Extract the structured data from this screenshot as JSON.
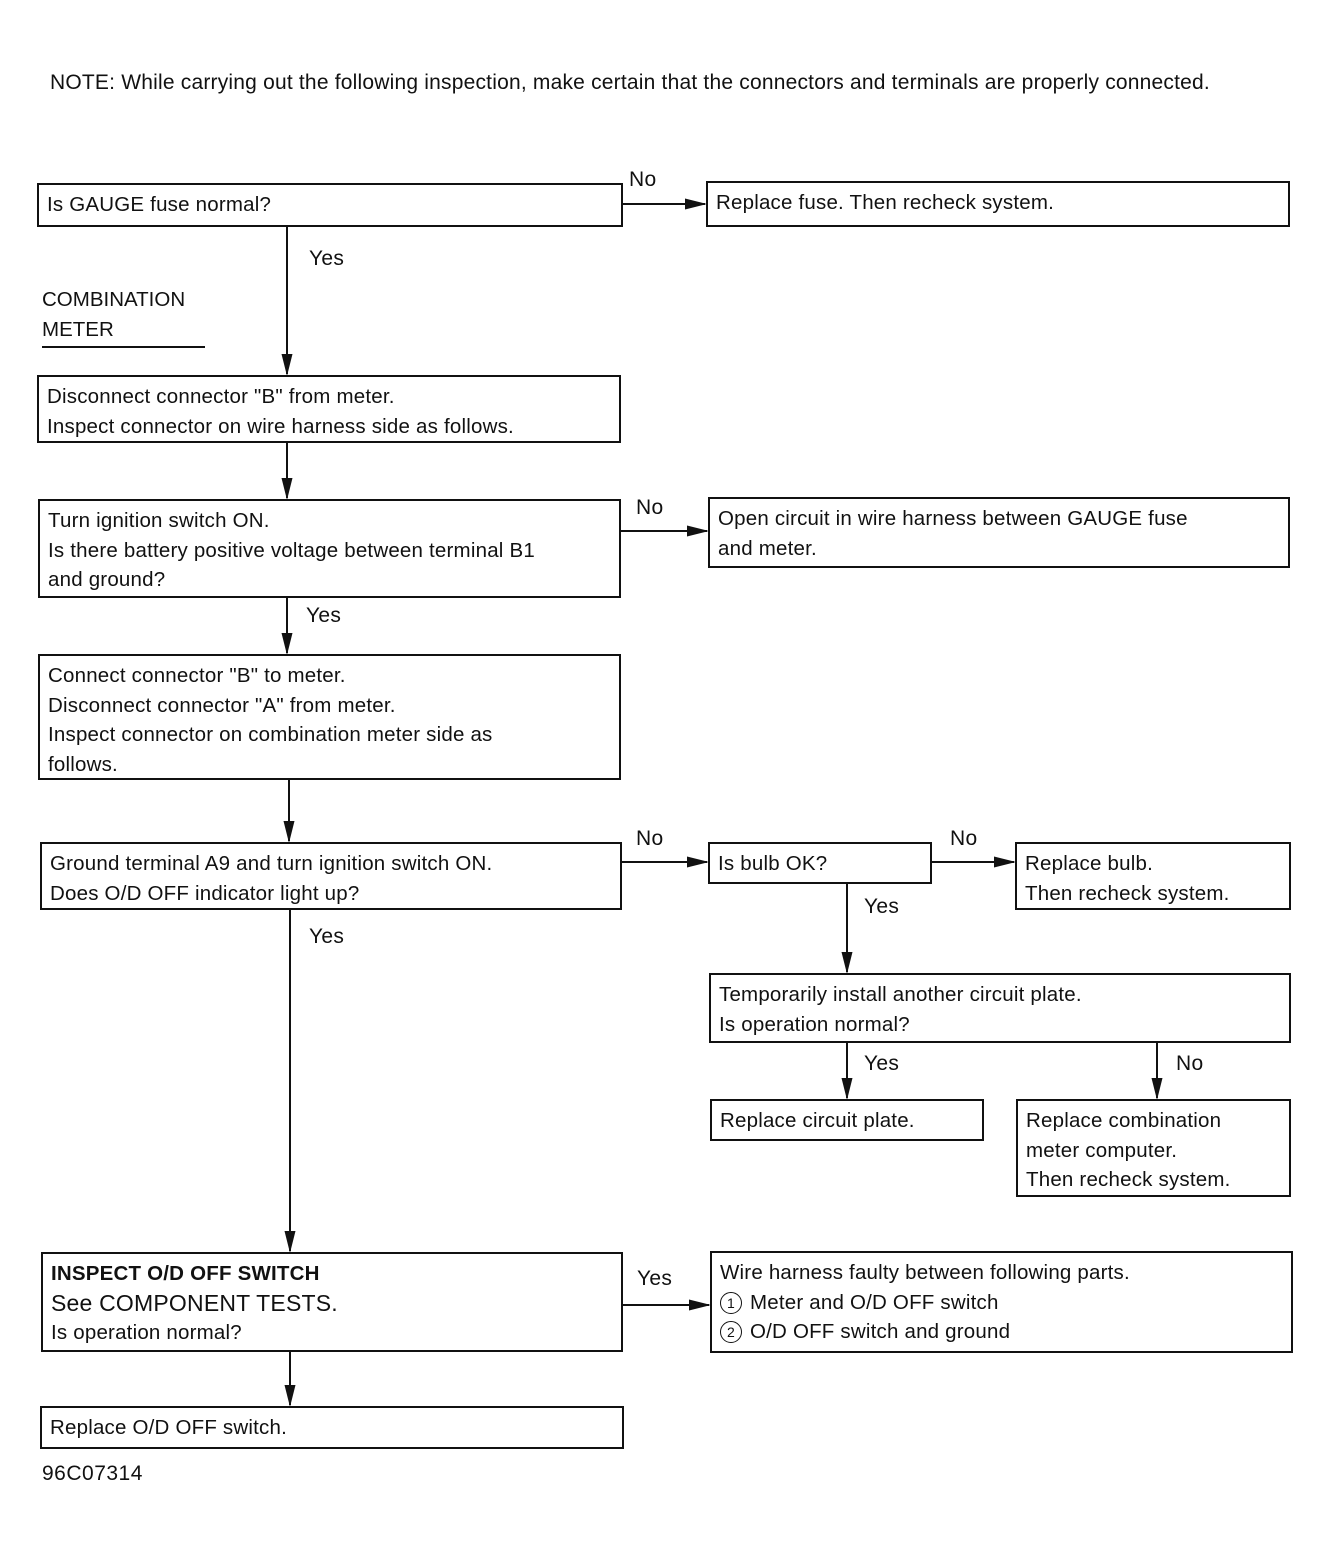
{
  "note": "NOTE:  While carrying out the following inspection, make certain that the connectors and terminals are properly connected.",
  "section_label": [
    "COMBINATION",
    "METER"
  ],
  "labels": {
    "yes": "Yes",
    "no": "No"
  },
  "boxes": {
    "gauge_fuse_q": [
      "Is GAUGE fuse normal?"
    ],
    "replace_fuse": [
      "Replace fuse. Then recheck system."
    ],
    "disconnect_b": [
      "Disconnect connector \"B\" from meter.",
      "Inspect connector on wire harness side as follows."
    ],
    "ignition_q": [
      "Turn ignition switch ON.",
      "Is there battery positive voltage between terminal B1",
      "and ground?"
    ],
    "open_circuit": [
      "Open circuit in wire harness between GAUGE fuse",
      "and meter."
    ],
    "connect_b": [
      "Connect connector \"B\" to meter.",
      "Disconnect connector \"A\" from meter.",
      "Inspect connector on combination meter side as",
      "follows."
    ],
    "ground_a9_q": [
      "Ground terminal A9 and turn ignition switch ON.",
      "Does O/D OFF indicator light up?"
    ],
    "bulb_q": [
      "Is bulb OK?"
    ],
    "replace_bulb": [
      "Replace bulb.",
      "Then recheck system."
    ],
    "circuit_plate_q": [
      "Temporarily install another circuit plate.",
      "Is operation normal?"
    ],
    "replace_circuit_plate": [
      "Replace circuit plate."
    ],
    "replace_computer": [
      "Replace combination",
      "meter computer.",
      "Then recheck system."
    ],
    "inspect_switch": [
      "INSPECT O/D OFF SWITCH",
      "See COMPONENT TESTS.",
      "Is operation normal?"
    ],
    "wire_faulty": [
      "Wire harness faulty between following parts.",
      "Meter and O/D OFF switch",
      "O/D OFF switch and ground"
    ],
    "replace_switch": [
      "Replace O/D OFF switch."
    ]
  },
  "list_markers": [
    "1",
    "2"
  ],
  "figure_code": "96C07314"
}
